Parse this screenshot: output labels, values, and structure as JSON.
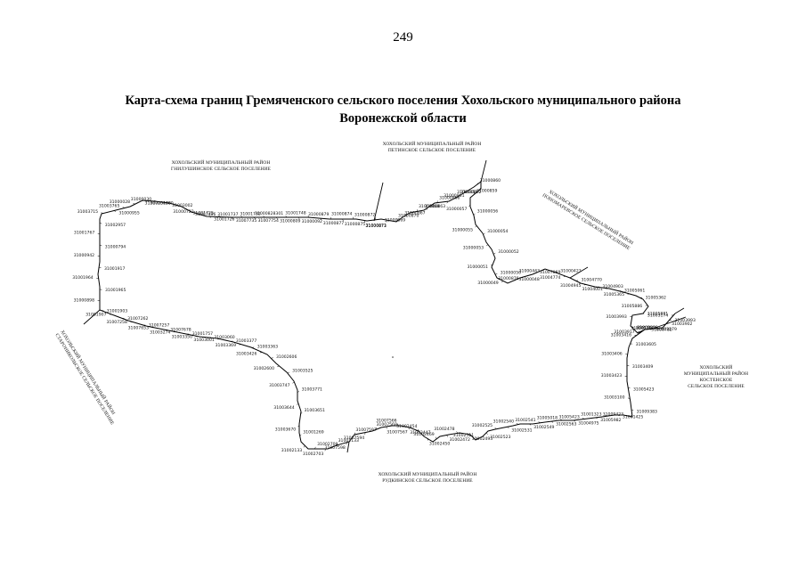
{
  "page_number": "249",
  "title": {
    "line1": "Карта-схема границ Гремяченского сельского поселения Хохольского муниципального района",
    "line2": "Воронежской области"
  },
  "neighbors": [
    {
      "id": "north-left",
      "line1": "ХОХОЛЬСКИЙ МУНИЦИПАЛЬНЫЙ РАЙОН",
      "line2": "ГНИЛУШИНСКОЕ СЕЛЬСКОЕ ПОСЕЛЕНИЕ"
    },
    {
      "id": "north-center",
      "line1": "ХОХОЛЬСКИЙ МУНИЦИПАЛЬНЫЙ РАЙОН",
      "line2": "ПЕТИНСКОЕ СЕЛЬСКОЕ ПОСЕЛЕНИЕ"
    },
    {
      "id": "north-east",
      "line1": "ХОХОЛЬСКИЙ МУНИЦИПАЛЬНЫЙ РАЙОН",
      "line2": "ПОНОМАРЕВСКОЕ СЕЛЬСКОЕ ПОСЕЛЕНИЕ"
    },
    {
      "id": "east",
      "line1": "ХОХОЛЬСКИЙ",
      "line2": "МУНИЦИПАЛЬНЫЙ РАЙОН",
      "line3": "КОСТЕНСКОЕ",
      "line4": "СЕЛЬСКОЕ ПОСЕЛЕНИЕ"
    },
    {
      "id": "south",
      "line1": "ХОХОЛЬСКИЙ МУНИЦИПАЛЬНЫЙ РАЙОН",
      "line2": "РУДКИНСКОЕ СЕЛЬСКОЕ ПОСЕЛЕНИЕ"
    },
    {
      "id": "west",
      "line1": "ХОХОЛЬСКИЙ МУНИЦИПАЛЬНЫЙ РАЙОН",
      "line2": "СТАРОНИКОЛЬСКОЕ СЕЛЬСКОЕ ПОСЕЛЕНИЕ"
    }
  ],
  "boundary_points": [
    "31000028",
    "31000146",
    "31000030",
    "31003002",
    "31007254300",
    "31001725",
    "31000722",
    "31001726",
    "31007496",
    "31007735",
    "31001737",
    "31007754",
    "31001732",
    "31000809",
    "31000828301",
    "31000092",
    "31001748",
    "31000877",
    "31000879",
    "31000875",
    "31000874",
    "31000873",
    "31000872",
    "31000871",
    "31000870",
    "31000869",
    "31000868",
    "31000867",
    "31000866",
    "31000863",
    "31000862",
    "31000861",
    "31000860",
    "31000059",
    "31000859",
    "31000057",
    "31000056",
    "31000055",
    "31000054",
    "31000053",
    "31000052",
    "31000051",
    "31000050",
    "31000049",
    "31000048",
    "31000876",
    "31007069",
    "31000443",
    "31000423",
    "31004774",
    "31004770",
    "31004945",
    "31004903",
    "31004001",
    "31005061",
    "31005365",
    "31005362",
    "31005886",
    "31005881",
    "31003993",
    "31003890",
    "31003917",
    "31003179",
    "31003178",
    "31003993",
    "31003174",
    "31003902",
    "31000179",
    "31000782",
    "31003416",
    "31003605",
    "31003406",
    "31003409",
    "31003423",
    "31005423",
    "31003100",
    "31009383",
    "31009423",
    "31001425",
    "31001323",
    "31005982",
    "31005423",
    "31004975",
    "31005018",
    "31002563",
    "31002541",
    "31002549",
    "31002540",
    "31002531",
    "31002525",
    "31002523",
    "31002511",
    "31002493",
    "31002478",
    "31002472",
    "31002469",
    "31002450",
    "31002454",
    "31002447",
    "31007566",
    "31007567",
    "31007568",
    "31007594",
    "31007597",
    "31007598",
    "31001133",
    "31002703",
    "31002700",
    "31002133",
    "31001269",
    "31003670",
    "31003651",
    "31003644",
    "31003771",
    "31003747",
    "31003525",
    "31002600",
    "31002606",
    "31003426",
    "31003363",
    "31003369",
    "31003377",
    "31003001",
    "31003060",
    "31003350",
    "31001757",
    "31003274",
    "31007678",
    "31007653",
    "31007257",
    "31007258",
    "31007262",
    "31001907",
    "31001903",
    "31000898",
    "31001965",
    "31001964",
    "31001917",
    "31000942",
    "31000794",
    "31001767",
    "31002957",
    "31003715",
    "31000955",
    "31003765"
  ],
  "scale_note": ""
}
